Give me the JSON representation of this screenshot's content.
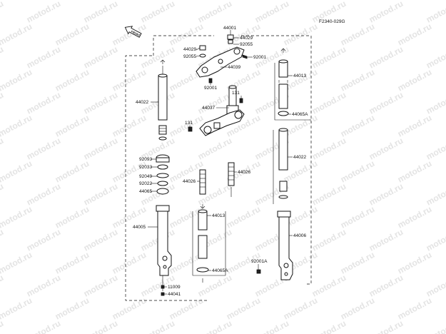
{
  "diagram_code": "F2340-029G",
  "front_arrow_text": "FRONT",
  "watermark_text": "motod.ru",
  "labels": {
    "p44001": "44001",
    "p44029a": "44029",
    "p44029b": "44029",
    "p92055a": "92055",
    "p92055b": "92055",
    "p92001a": "92001",
    "p92001b": "92001",
    "p44039": "44039",
    "p131a": "131",
    "p131b": "131",
    "p44037": "44037",
    "p44022a": "44022",
    "p44022b": "44022",
    "p44013a": "44013",
    "p44013b": "44013",
    "p44065Aa": "44065A",
    "p44065Ab": "44065A",
    "p92093": "92093",
    "p92033": "92033",
    "p92049": "92049",
    "p92022": "92022",
    "p44065": "44065",
    "p44026a": "44026",
    "p44026b": "44026",
    "p44005": "44005",
    "p44006": "44006",
    "p92001A": "92001A",
    "p11009": "11009",
    "p44041": "44041"
  }
}
